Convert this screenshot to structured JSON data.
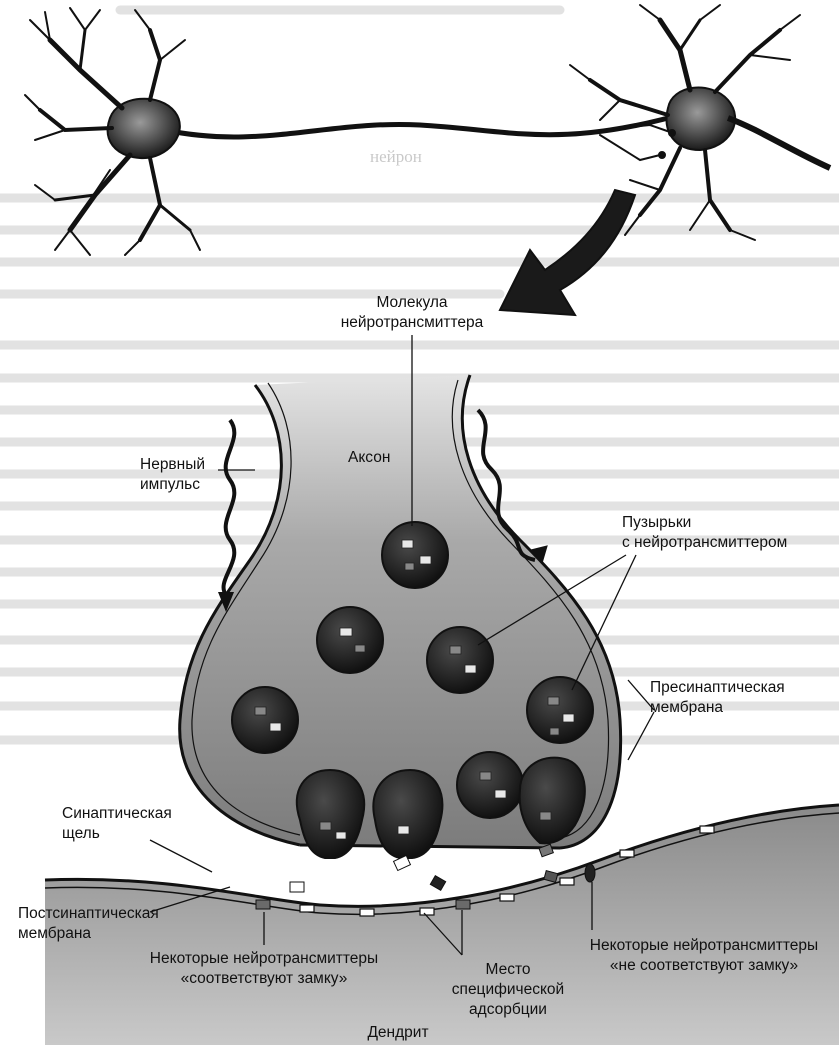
{
  "labels": {
    "neurotransmitter_molecule": [
      "Молекула",
      "нейротрансмиттера"
    ],
    "axon": "Аксон",
    "nerve_impulse": [
      "Нервный",
      "импульс"
    ],
    "vesicles": [
      "Пузырьки",
      "с нейротрансмиттером"
    ],
    "presynaptic_membrane": [
      "Пресинаптическая",
      "мембрана"
    ],
    "synaptic_cleft": [
      "Синаптическая",
      "щель"
    ],
    "postsynaptic_membrane": [
      "Постсинаптическая",
      "мембрана"
    ],
    "fit_lock": [
      "Некоторые нейротрансмиттеры",
      "«соответствуют замку»"
    ],
    "adsorption_site": [
      "Место",
      "специфической",
      "адсорбции"
    ],
    "no_fit_lock": [
      "Некоторые нейротрансмиттеры",
      "«не соответствуют замку»"
    ],
    "dendrite": "Дендрит"
  },
  "background_text": [
    "нейрон"
  ],
  "colors": {
    "ink": "#111111",
    "axon_fill": "#8f8f8f",
    "vesicle_fill": "#1e1e1e",
    "transmitter": "#e8e8e8",
    "dendrite_fill": "#9a9a9a"
  }
}
